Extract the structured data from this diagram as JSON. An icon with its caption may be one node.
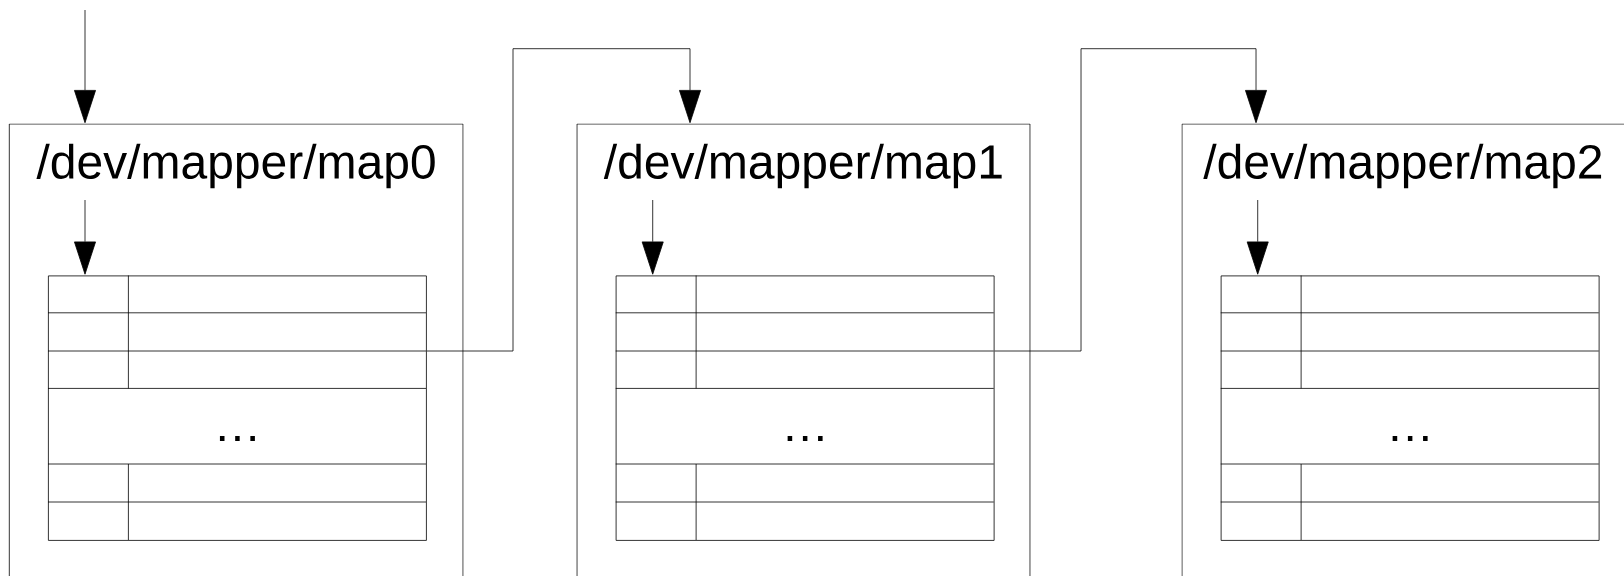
{
  "diagram": {
    "nodes": [
      {
        "text": [
          "/dev/mapper/map0"
        ]
      },
      {
        "text": [
          "…"
        ],
        "in": 0
      },
      {
        "text": [
          "/dev/mapper/map1"
        ]
      },
      {
        "text": [
          "…"
        ],
        "in": 2
      },
      {
        "text": [
          "/dev/mapper/map2"
        ]
      },
      {
        "text": [
          "…"
        ],
        "in": 4
      }
    ],
    "edges": [
      {
        "from": null,
        "to": 0,
        "arrow": "to"
      },
      {
        "from": null,
        "to": 1,
        "arrow": "to"
      },
      {
        "from": 1,
        "to": 2,
        "arrow": "to"
      },
      {
        "from": null,
        "to": 3,
        "arrow": "to"
      },
      {
        "from": 3,
        "to": 4,
        "arrow": "to"
      },
      {
        "from": null,
        "to": 5,
        "arrow": "to"
      }
    ]
  }
}
